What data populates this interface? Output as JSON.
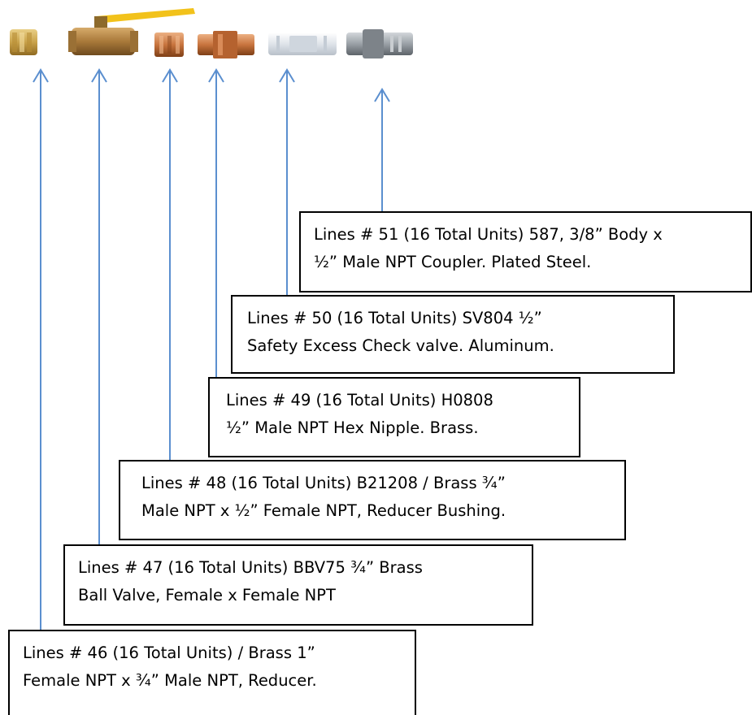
{
  "colors": {
    "arrow": "#5b8fcf",
    "box_border": "#000000",
    "brass": "#c9a24a",
    "bronze": "#a9793a",
    "copper": "#c8743e",
    "valve_handle": "#f2c21b",
    "aluminum": "#dfe4ea",
    "steel": "#9aa0a6"
  },
  "parts": [
    {
      "icon": "brass-reducer-icon"
    },
    {
      "icon": "brass-ball-valve-icon"
    },
    {
      "icon": "reducer-bushing-icon"
    },
    {
      "icon": "hex-nipple-icon"
    },
    {
      "icon": "check-valve-icon"
    },
    {
      "icon": "coupler-icon"
    }
  ],
  "labels": [
    {
      "line1": "Lines # 46 (16 Total Units) / Brass 1”",
      "line2": "Female NPT x ¾” Male NPT, Reducer."
    },
    {
      "line1": "Lines # 47 (16 Total Units) BBV75 ¾” Brass",
      "line2": "Ball Valve, Female x Female NPT"
    },
    {
      "line1": "Lines # 48 (16 Total Units) B21208 / Brass      ¾”",
      "line2": "Male NPT x ½” Female NPT, Reducer Bushing."
    },
    {
      "line1": "Lines # 49 (16 Total Units) H0808",
      "line2": "½” Male NPT Hex Nipple. Brass."
    },
    {
      "line1": "Lines # 50 (16 Total Units) SV804 ½”",
      "line2": "Safety Excess Check valve. Aluminum."
    },
    {
      "line1": "Lines # 51 (16 Total Units)  587, 3/8” Body x",
      "line2": "½” Male NPT Coupler. Plated Steel."
    }
  ]
}
